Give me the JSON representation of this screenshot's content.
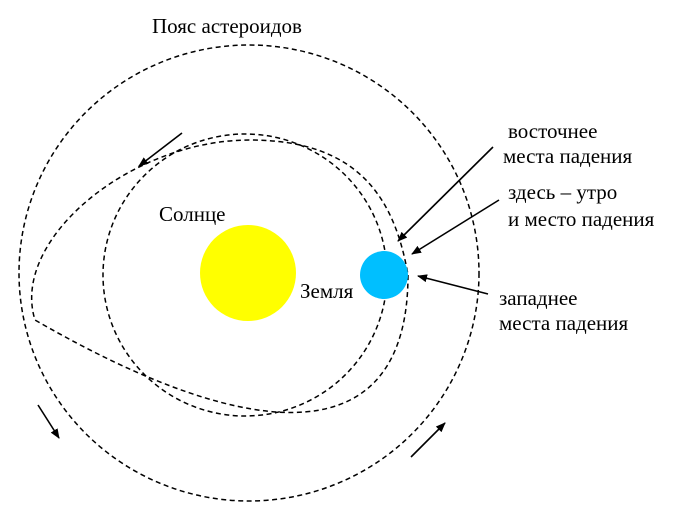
{
  "labels": {
    "asteroid_belt": "Пояс астероидов",
    "sun": "Солнце",
    "earth": "Земля",
    "east_line1": "восточнее",
    "east_line2": "места падения",
    "here_line1": "здесь – утро",
    "here_line2": "и место падения",
    "west_line1": "западнее",
    "west_line2": "места падения"
  },
  "colors": {
    "sun": "#ffff00",
    "earth": "#00bfff",
    "ink": "#000000"
  }
}
